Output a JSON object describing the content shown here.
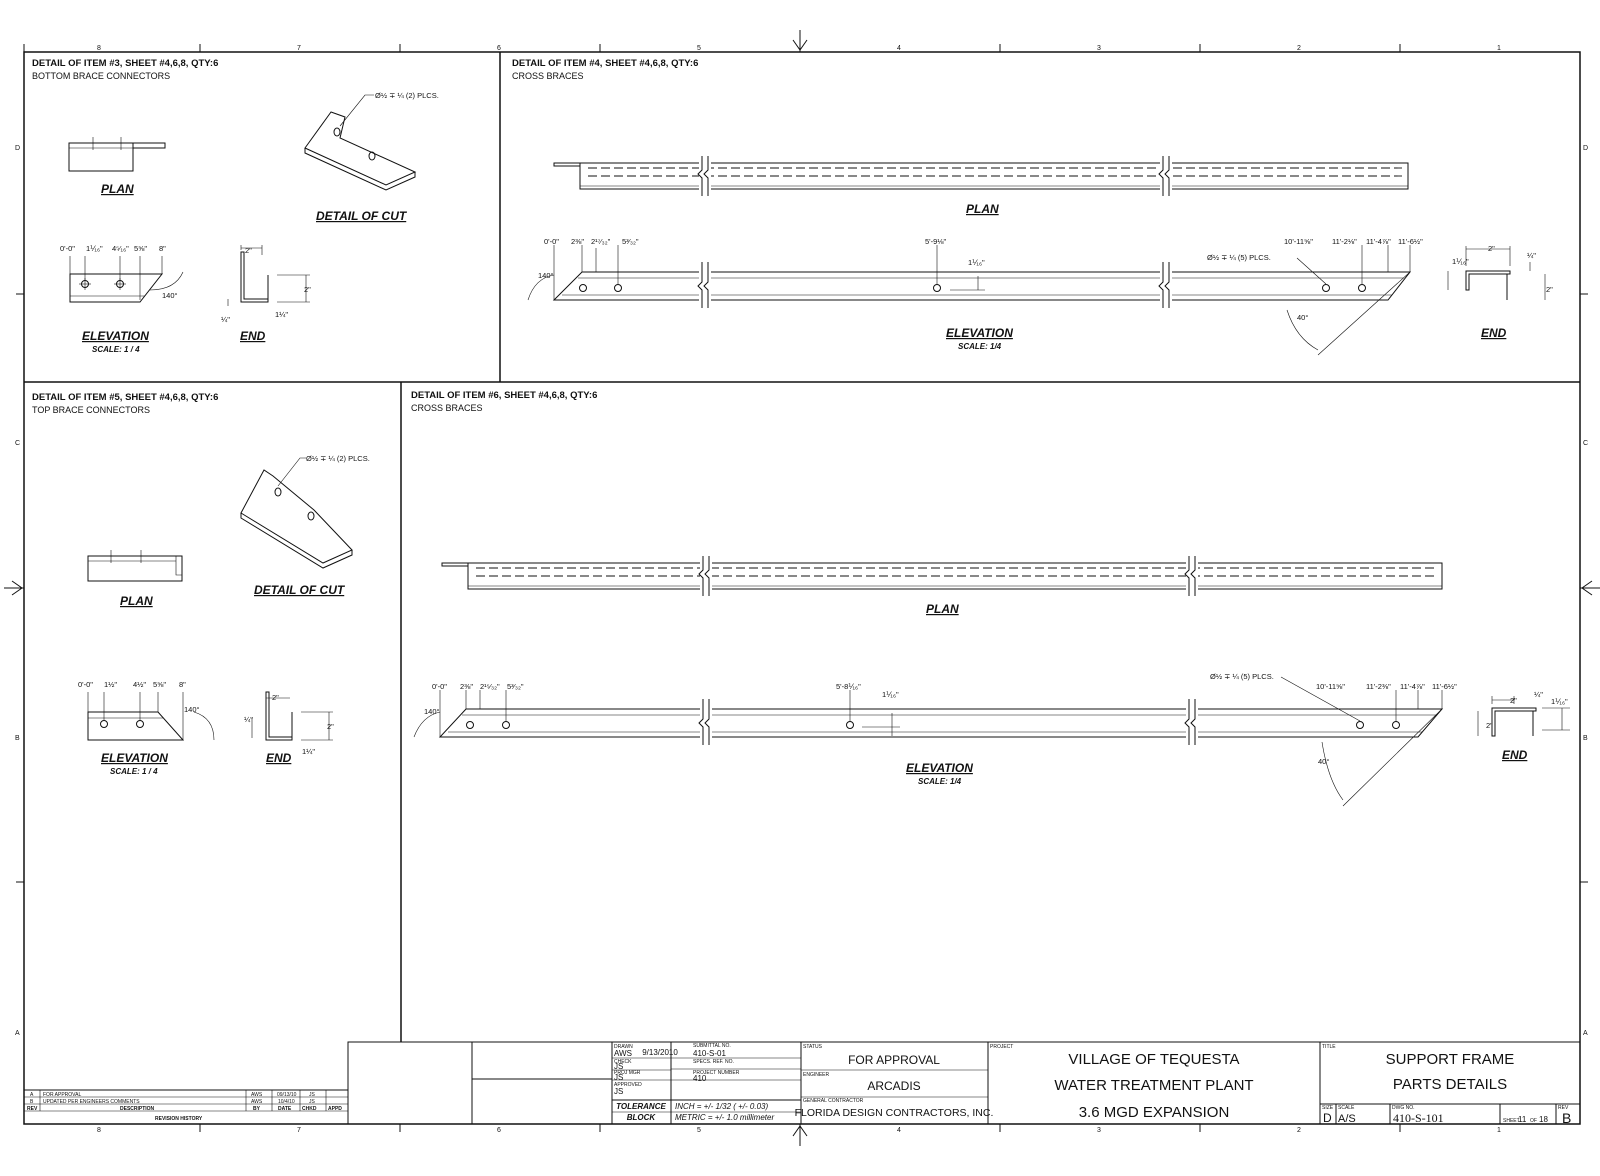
{
  "zones": {
    "columns": [
      "8",
      "7",
      "6",
      "5",
      "4",
      "3",
      "2",
      "1"
    ],
    "rows": [
      "D",
      "C",
      "B",
      "A"
    ]
  },
  "panels": {
    "item3": {
      "header": "DETAIL OF ITEM #3, SHEET #4,6,8, QTY:6",
      "subtitle": "BOTTOM BRACE CONNECTORS",
      "plan": "PLAN",
      "detail_of_cut": "DETAIL OF CUT",
      "elevation": "ELEVATION",
      "scale": "SCALE: 1 / 4",
      "end": "END",
      "hole_note": "Ø½ ∓ ¼ (2) PLCS.",
      "dims": [
        "0'-0\"",
        "1⅟₁₆\"",
        "4⁵⁄₁₆\"",
        "5⅝\"",
        "8\"",
        "140°",
        "2\"",
        "2\"",
        "1¼\"",
        "¼\""
      ]
    },
    "item4": {
      "header": "DETAIL OF ITEM #4, SHEET #4,6,8, QTY:6",
      "subtitle": "CROSS BRACES",
      "plan": "PLAN",
      "elevation": "ELEVATION",
      "scale": "SCALE: 1/4",
      "end": "END",
      "hole_note": "Ø½ ∓ ¼ (5) PLCS.",
      "dims": [
        "0'-0\"",
        "2⅜\"",
        "2¹⁷⁄₃₂\"",
        "5³⁄₃₂\"",
        "5'-9⅛\"",
        "1⅟₁₆\"",
        "10'-11⅝\"",
        "11'-2⅛\"",
        "11'-4⅞\"",
        "11'-6½\"",
        "140°",
        "40°",
        "2\"",
        "¼\"",
        "1⅟₁₆\"",
        "2\""
      ]
    },
    "item5": {
      "header": "DETAIL OF ITEM #5, SHEET #4,6,8, QTY:6",
      "subtitle": "TOP BRACE CONNECTORS",
      "plan": "PLAN",
      "detail_of_cut": "DETAIL OF CUT",
      "elevation": "ELEVATION",
      "scale": "SCALE: 1 / 4",
      "end": "END",
      "hole_note": "Ø½ ∓ ¼ (2) PLCS.",
      "dims": [
        "0'-0\"",
        "1½\"",
        "4½\"",
        "5⅝\"",
        "8\"",
        "140°",
        "2\"",
        "2\"",
        "1¼\"",
        "¼\""
      ]
    },
    "item6": {
      "header": "DETAIL OF ITEM #6, SHEET #4,6,8, QTY:6",
      "subtitle": "CROSS BRACES",
      "plan": "PLAN",
      "elevation": "ELEVATION",
      "scale": "SCALE: 1/4",
      "end": "END",
      "hole_note": "Ø½ ∓ ¼ (5) PLCS.",
      "dims": [
        "0'-0\"",
        "2⅜\"",
        "2¹⁵⁄₃₂\"",
        "5³⁄₃₂\"",
        "5'-8⅟₁₆\"",
        "1⅟₁₆\"",
        "10'-11⅝\"",
        "11'-2⅜\"",
        "11'-4⅞\"",
        "11'-6½\"",
        "140°",
        "40°",
        "2\"",
        "¼\"",
        "1⅟₁₆\"",
        "2\""
      ]
    }
  },
  "revisions": {
    "rows": [
      {
        "rev": "A",
        "description": "FOR APPROVAL",
        "by": "AWS",
        "date": "09/13/10",
        "chkd": "JS"
      },
      {
        "rev": "B",
        "description": "UPDATED PER ENGINEERS COMMENTS",
        "by": "AWS",
        "date": "10/4/10",
        "chkd": "JS"
      }
    ],
    "headers": {
      "rev": "REV",
      "description": "DESCRIPTION",
      "by": "BY",
      "date": "DATE",
      "chkd": "CHKD",
      "appd": "APPD"
    },
    "caption": "REVISION HISTORY"
  },
  "title_block": {
    "drawn_label": "DRAWN",
    "drawn_by": "AWS",
    "check_label": "CHECK",
    "check_by": "JS",
    "proj_mgr_label": "PROJ MGR",
    "proj_mgr": "JS",
    "approved_label": "APPROVED",
    "approved_by": "JS",
    "date": "9/13/2010",
    "submittal_label": "SUBMITTAL NO.",
    "submittal_no": "410-S-01",
    "spec_ref_label": "SPECS. REF. NO.",
    "project_number_label": "PROJECT NUMBER",
    "project_number": "410",
    "tolerance_label1": "TOLERANCE",
    "tolerance_label2": "BLOCK",
    "tolerance_inch": "INCH = +/- 1/32 ( +/- 0.03)",
    "tolerance_metric": "METRIC = +/- 1.0 millimeter",
    "status_label": "STATUS",
    "status": "FOR APPROVAL",
    "engineer_label": "ENGINEER",
    "engineer": "ARCADIS",
    "contractor_label": "GENERAL CONTRACTOR",
    "contractor": "FLORIDA DESIGN CONTRACTORS, INC.",
    "project_label": "PROJECT",
    "project_line1": "VILLAGE OF TEQUESTA",
    "project_line2": "WATER TREATMENT PLANT",
    "project_line3": "3.6 MGD EXPANSION",
    "title_label": "TITLE",
    "title_line1": "SUPPORT FRAME",
    "title_line2": "PARTS DETAILS",
    "size_label": "SIZE",
    "size": "D",
    "scale_label": "SCALE",
    "scale": "A/S",
    "dwg_label": "DWG NO.",
    "dwg_no": "410-S-101",
    "sheet_label": "SHEET",
    "sheet_no": "11",
    "of_label": "OF",
    "sheet_total": "18",
    "rev_label": "REV",
    "rev": "B"
  }
}
